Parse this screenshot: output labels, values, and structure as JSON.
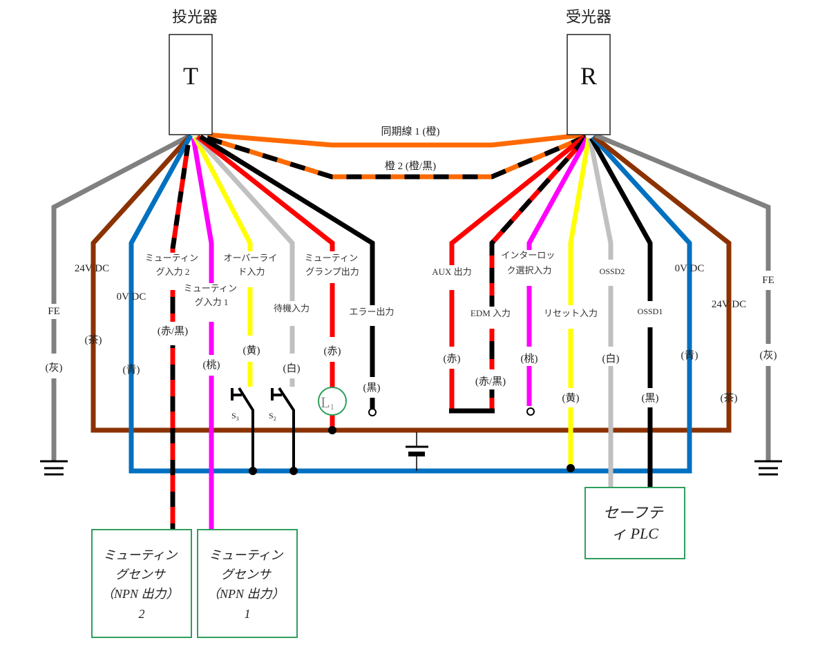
{
  "colors": {
    "orange": "#ff6a00",
    "black": "#000000",
    "gray": "#808080",
    "brown": "#8b3200",
    "blue": "#0070c0",
    "red": "#ff0000",
    "pink": "#ff00ff",
    "yellow": "#ffff00",
    "white_wire": "#c0c0c0",
    "device_border": "#2e9e5a"
  },
  "units": {
    "transmitter": {
      "title": "投光器",
      "letter": "T"
    },
    "receiver": {
      "title": "受光器",
      "letter": "R"
    }
  },
  "sync_wires": [
    {
      "label": "同期線 1 (橙)",
      "color": "orange"
    },
    {
      "label": "橙 2 (橙/黒)",
      "color": "orange/black"
    }
  ],
  "transmitter_wires": [
    {
      "name": "FE",
      "color_label": "(灰)",
      "color": "gray"
    },
    {
      "name": "24V DC",
      "color_label": "(茶)",
      "color": "brown"
    },
    {
      "name": "0V DC",
      "color_label": "(青)",
      "color": "blue"
    },
    {
      "name": "ミューティング入力 2",
      "name_lines": [
        "ミューティン",
        "グ入力 2"
      ],
      "color_label": "(赤/黒)",
      "color": "red/black"
    },
    {
      "name": "ミューティング入力 1",
      "name_lines": [
        "ミューティン",
        "グ入力 1"
      ],
      "color_label": "(桃)",
      "color": "pink"
    },
    {
      "name": "オーバーライド入力",
      "name_lines": [
        "オーバーライ",
        "ド入力"
      ],
      "color_label": "(黄)",
      "color": "yellow"
    },
    {
      "name": "待機入力",
      "color_label": "(白)",
      "color": "white"
    },
    {
      "name": "ミューティングランプ出力",
      "name_lines": [
        "ミューティン",
        "グランプ出力"
      ],
      "color_label": "(赤)",
      "color": "red"
    },
    {
      "name": "エラー出力",
      "color_label": "(黒)",
      "color": "black"
    }
  ],
  "receiver_wires": [
    {
      "name": "AUX 出力",
      "color_label": "(赤)",
      "color": "red"
    },
    {
      "name": "EDM 入力",
      "color_label": "(赤/黒)",
      "color": "red/black"
    },
    {
      "name": "インターロック選択入力",
      "name_lines": [
        "インターロッ",
        "ク選択入力"
      ],
      "color_label": "(桃)",
      "color": "pink"
    },
    {
      "name": "リセット入力",
      "color_label": "(黄)",
      "color": "yellow"
    },
    {
      "name": "OSSD2",
      "color_label": "(白)",
      "color": "white"
    },
    {
      "name": "OSSD1",
      "color_label": "(黒)",
      "color": "black"
    },
    {
      "name": "0V DC",
      "color_label": "(青)",
      "color": "blue"
    },
    {
      "name": "24V DC",
      "color_label": "(茶)",
      "color": "brown"
    },
    {
      "name": "FE",
      "color_label": "(灰)",
      "color": "gray"
    }
  ],
  "components": {
    "switch_s3": {
      "label": "S",
      "sub": "3"
    },
    "switch_s2": {
      "label": "S",
      "sub": "2"
    },
    "lamp": {
      "label": "L",
      "sub": "1"
    }
  },
  "devices": {
    "muting_sensor_2": {
      "lines": [
        "ミューティン",
        "グセンサ",
        "（NPN 出力）",
        "2"
      ]
    },
    "muting_sensor_1": {
      "lines": [
        "ミューティン",
        "グセンサ",
        "（NPN 出力）",
        "1"
      ]
    },
    "safety_plc": {
      "lines": [
        "セーフテ",
        "ィ PLC"
      ]
    }
  }
}
